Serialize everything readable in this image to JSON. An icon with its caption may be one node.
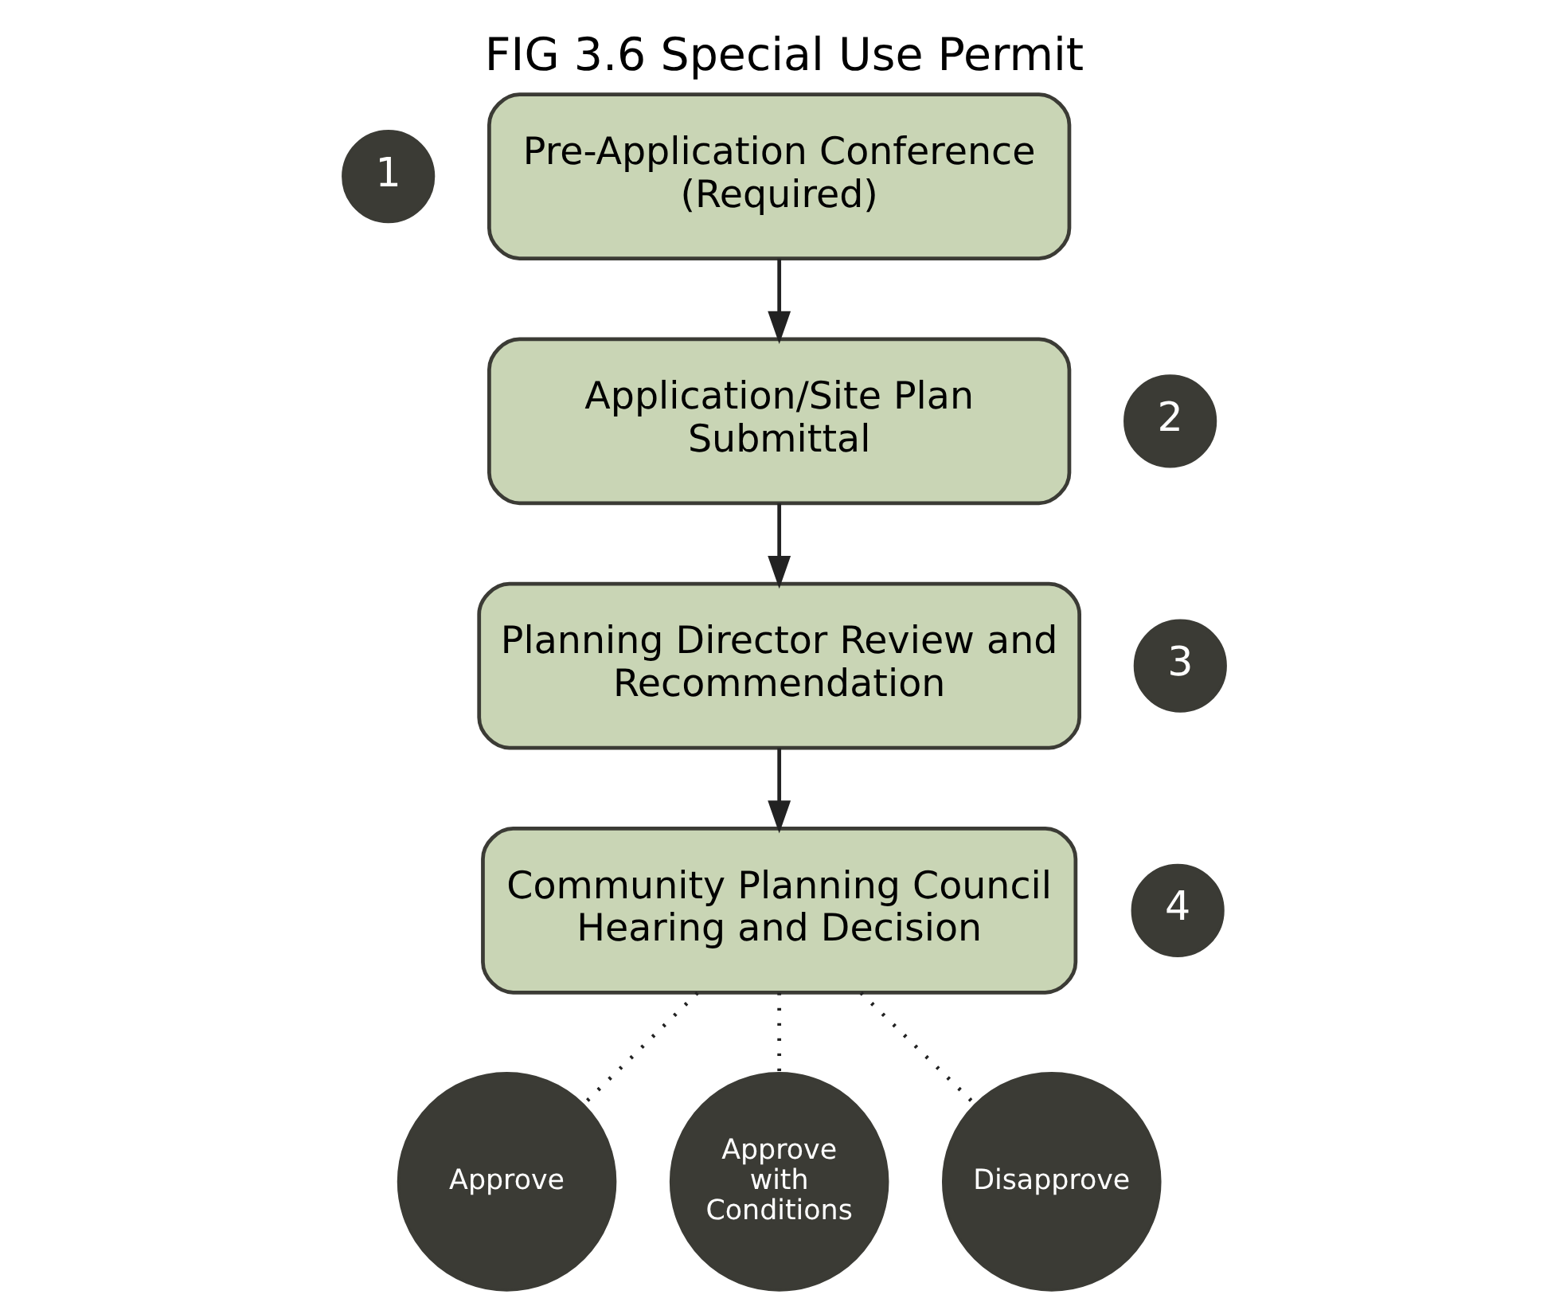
{
  "diagram": {
    "title": "FIG 3.6 Special Use Permit",
    "nodes": [
      {
        "text": [
          "1"
        ]
      },
      {
        "text": [
          "Pre-Application Conference (Required)"
        ]
      },
      {
        "text": [
          "2"
        ]
      },
      {
        "text": [
          "Application/Site Plan Submittal"
        ]
      },
      {
        "text": [
          "3"
        ]
      },
      {
        "text": [
          "Planning Director Review and Recommendation"
        ]
      },
      {
        "text": [
          "4"
        ]
      },
      {
        "text": [
          "Community Planning Council Hearing and Decision"
        ]
      },
      {
        "text": [
          "Approve"
        ]
      },
      {
        "text": [
          "Approve with Conditions"
        ]
      },
      {
        "text": [
          "Disapprove"
        ]
      }
    ],
    "edges": [
      {
        "from": 1,
        "to": 3,
        "arrow": "to"
      },
      {
        "from": 3,
        "to": 5,
        "arrow": "to"
      },
      {
        "from": 5,
        "to": 7,
        "arrow": "to"
      },
      {
        "from": 7,
        "to": 8,
        "arrow": "none",
        "style": "dashed"
      },
      {
        "from": 7,
        "to": 9,
        "arrow": "none",
        "style": "dashed"
      },
      {
        "from": 7,
        "to": 10,
        "arrow": "none",
        "style": "dashed"
      }
    ]
  }
}
